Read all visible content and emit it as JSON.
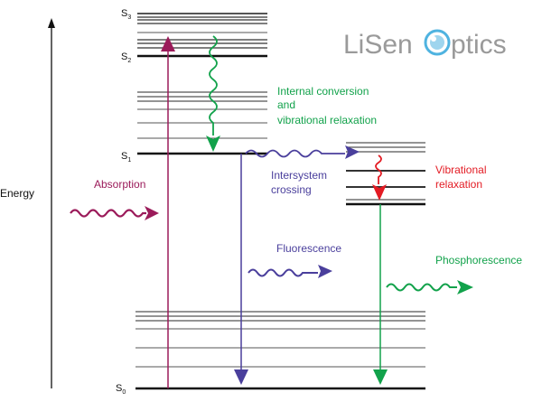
{
  "logo": {
    "part1": "LiSen",
    "part2": "ptics"
  },
  "axis": {
    "label": "Energy"
  },
  "states": {
    "s3": {
      "base": "S",
      "sub": "3"
    },
    "s2": {
      "base": "S",
      "sub": "2"
    },
    "s1": {
      "base": "S",
      "sub": "1"
    },
    "s0": {
      "base": "S",
      "sub": "0"
    }
  },
  "labels": {
    "absorption": "Absorption",
    "internal_conversion_line1": "Internal conversion",
    "internal_conversion_line2": "and",
    "internal_conversion_line3": "vibrational relaxation",
    "intersystem_line1": "Intersystem",
    "intersystem_line2": "crossing",
    "vibrational_line1": "Vibrational",
    "vibrational_line2": "relaxation",
    "fluorescence": "Fluorescence",
    "phosphorescence": "Phosphorescence"
  },
  "colors": {
    "absorption": "#9b1b5a",
    "internal_conversion": "#12a24b",
    "intersystem": "#4a3f9c",
    "fluorescence": "#4a3f9c",
    "vibrational": "#e31b23",
    "phosphorescence": "#12a24b",
    "logo_accent": "#4fb3e0"
  }
}
